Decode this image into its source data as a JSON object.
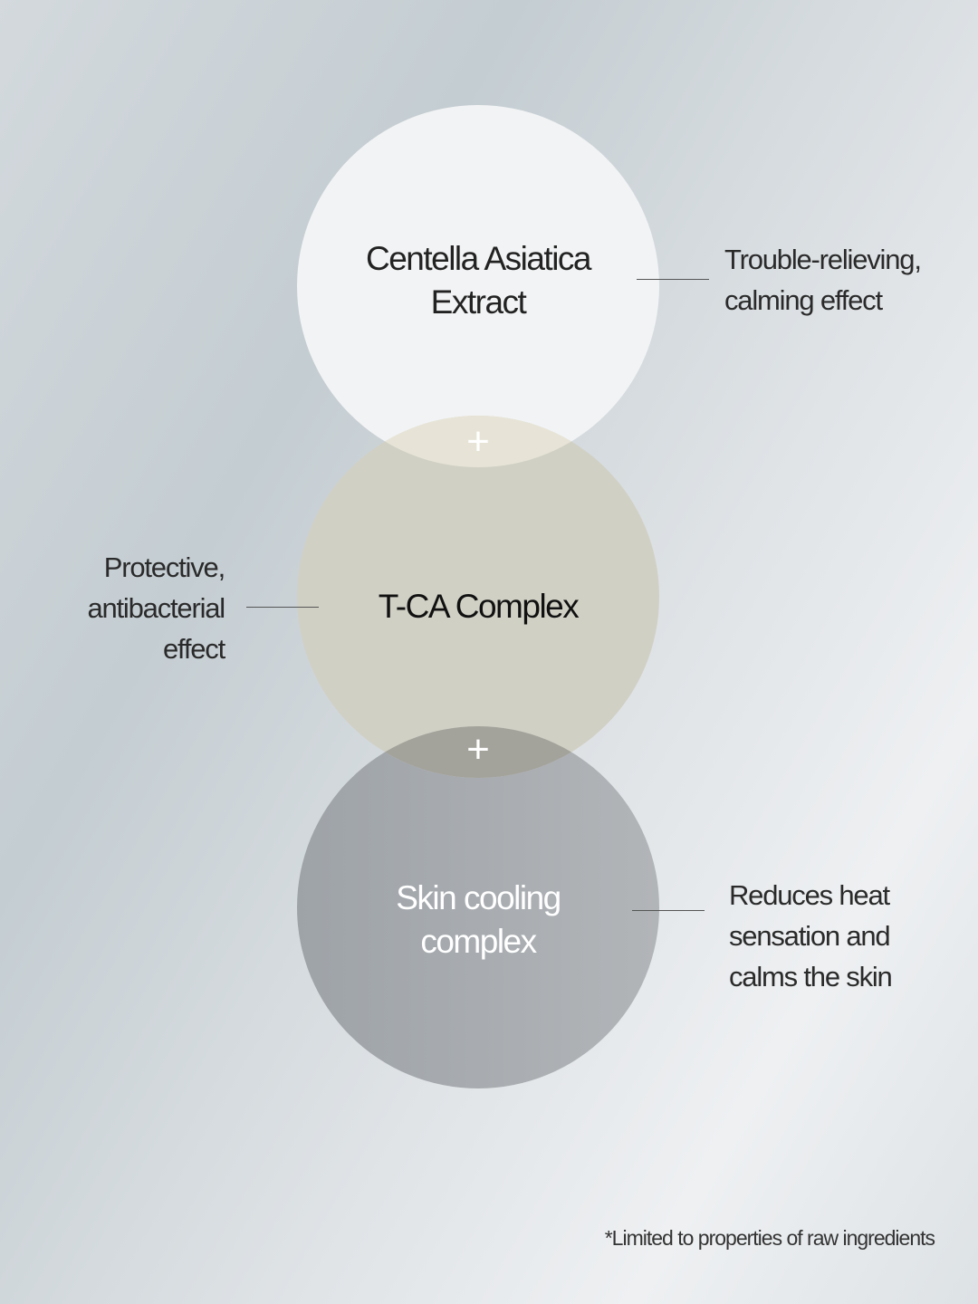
{
  "ingredients": [
    {
      "name_line1": "Centella Asiatica",
      "name_line2": "Extract",
      "effect_line1": "Trouble-relieving,",
      "effect_line2": "calming effect",
      "color": "#f3f4f5"
    },
    {
      "name": "T-CA Complex",
      "effect_line1": "Protective,",
      "effect_line2": "antibacterial",
      "effect_line3": "effect",
      "color": "#d2d1c6"
    },
    {
      "name_line1": "Skin cooling",
      "name_line2": "complex",
      "effect_line1": "Reduces heat",
      "effect_line2": "sensation and",
      "effect_line3": "calms the skin",
      "color": "#a3a7ab"
    }
  ],
  "plus_symbol": "+",
  "footnote": "*Limited to properties of raw ingredients"
}
